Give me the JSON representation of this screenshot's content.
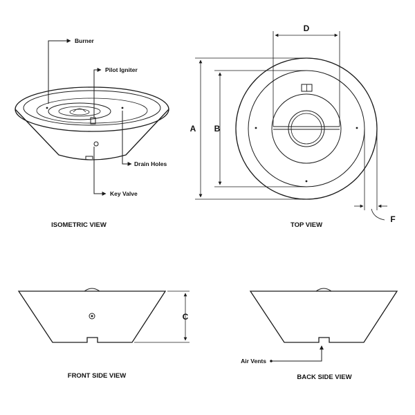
{
  "isometric": {
    "caption": "ISOMETRIC VIEW",
    "callouts": {
      "burner": "Burner",
      "pilot_igniter": "Pilot Igniter",
      "drain_holes": "Drain Holes",
      "key_valve": "Key Valve"
    }
  },
  "top": {
    "caption": "TOP VIEW",
    "dimensions": {
      "a": "A",
      "b": "B",
      "d": "D",
      "f": "F"
    }
  },
  "front": {
    "caption": "FRONT SIDE VIEW",
    "dimensions": {
      "c": "C"
    }
  },
  "back": {
    "caption": "BACK SIDE VIEW",
    "callouts": {
      "air_vents": "Air Vents"
    }
  }
}
